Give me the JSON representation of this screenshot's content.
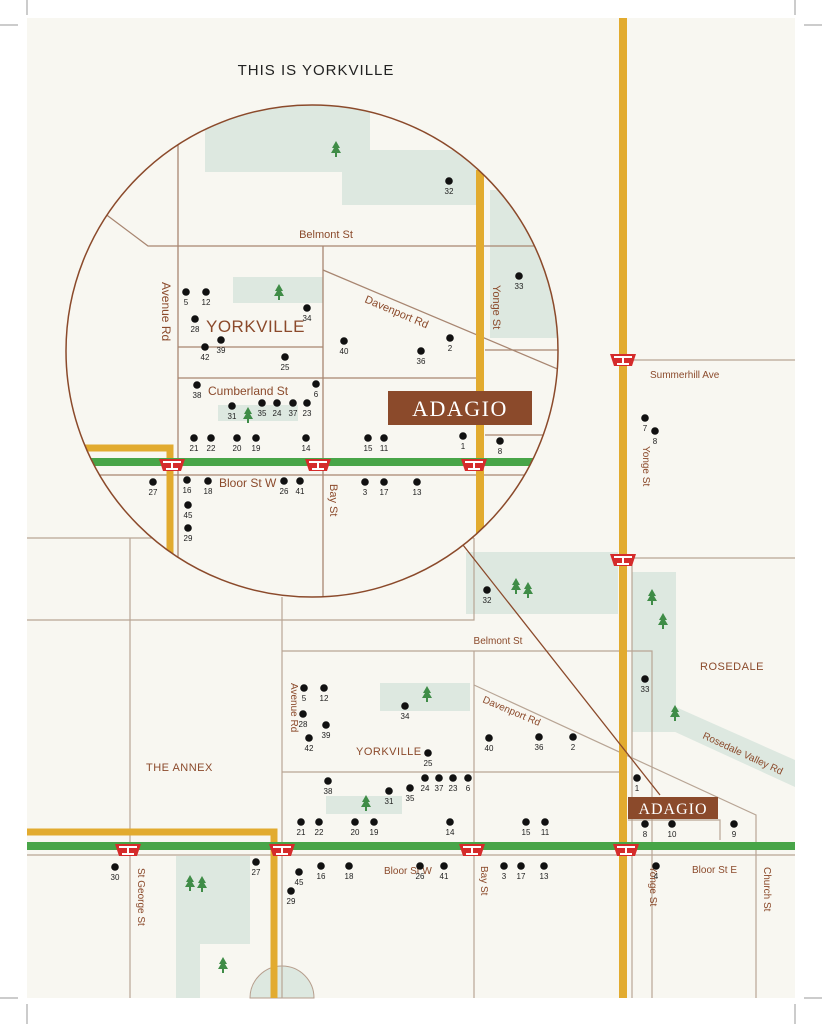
{
  "title": "THIS IS YORKVILLE",
  "brand": "ADAGIO",
  "colors": {
    "background": "#f8f7f1",
    "park": "#dde8e0",
    "road": "#a88671",
    "subway": "#e2ab2f",
    "bloor_line": "#48a548",
    "accent": "#8b4a2b",
    "ttc_red": "#d52b2b"
  },
  "neighbourhoods": {
    "yorkville": "YORKVILLE",
    "annex": "THE ANNEX",
    "rosedale": "ROSEDALE"
  },
  "streets": {
    "belmont": "Belmont St",
    "avenue_rd": "Avenue Rd",
    "davenport": "Davenport Rd",
    "yonge": "Yonge St",
    "summerhill": "Summerhill Ave",
    "cumberland": "Cumberland St",
    "bloor_w": "Bloor St W",
    "bloor_e": "Bloor St E",
    "bay": "Bay St",
    "st_george": "St George St",
    "church": "Church St",
    "rosedale_valley": "Rosedale Valley Rd"
  },
  "icons": {
    "tree": "tree-icon",
    "subway": "ttc-subway-icon",
    "poi": "location-dot-icon"
  },
  "points": {
    "inset": [
      "32",
      "33",
      "5",
      "12",
      "34",
      "28",
      "39",
      "42",
      "25",
      "40",
      "36",
      "2",
      "6",
      "38",
      "31",
      "35",
      "24",
      "37",
      "23",
      "21",
      "22",
      "20",
      "19",
      "14",
      "15",
      "11",
      "1",
      "8",
      "27",
      "16",
      "18",
      "26",
      "41",
      "3",
      "17",
      "13",
      "45",
      "29"
    ],
    "main": [
      "32",
      "33",
      "5",
      "12",
      "28",
      "39",
      "42",
      "34",
      "25",
      "40",
      "36",
      "2",
      "38",
      "31",
      "35",
      "24",
      "37",
      "23",
      "6",
      "1",
      "21",
      "22",
      "20",
      "19",
      "14",
      "15",
      "11",
      "8",
      "10",
      "9",
      "30",
      "27",
      "16",
      "18",
      "26",
      "41",
      "3",
      "17",
      "13",
      "4",
      "45",
      "29",
      "7"
    ]
  }
}
